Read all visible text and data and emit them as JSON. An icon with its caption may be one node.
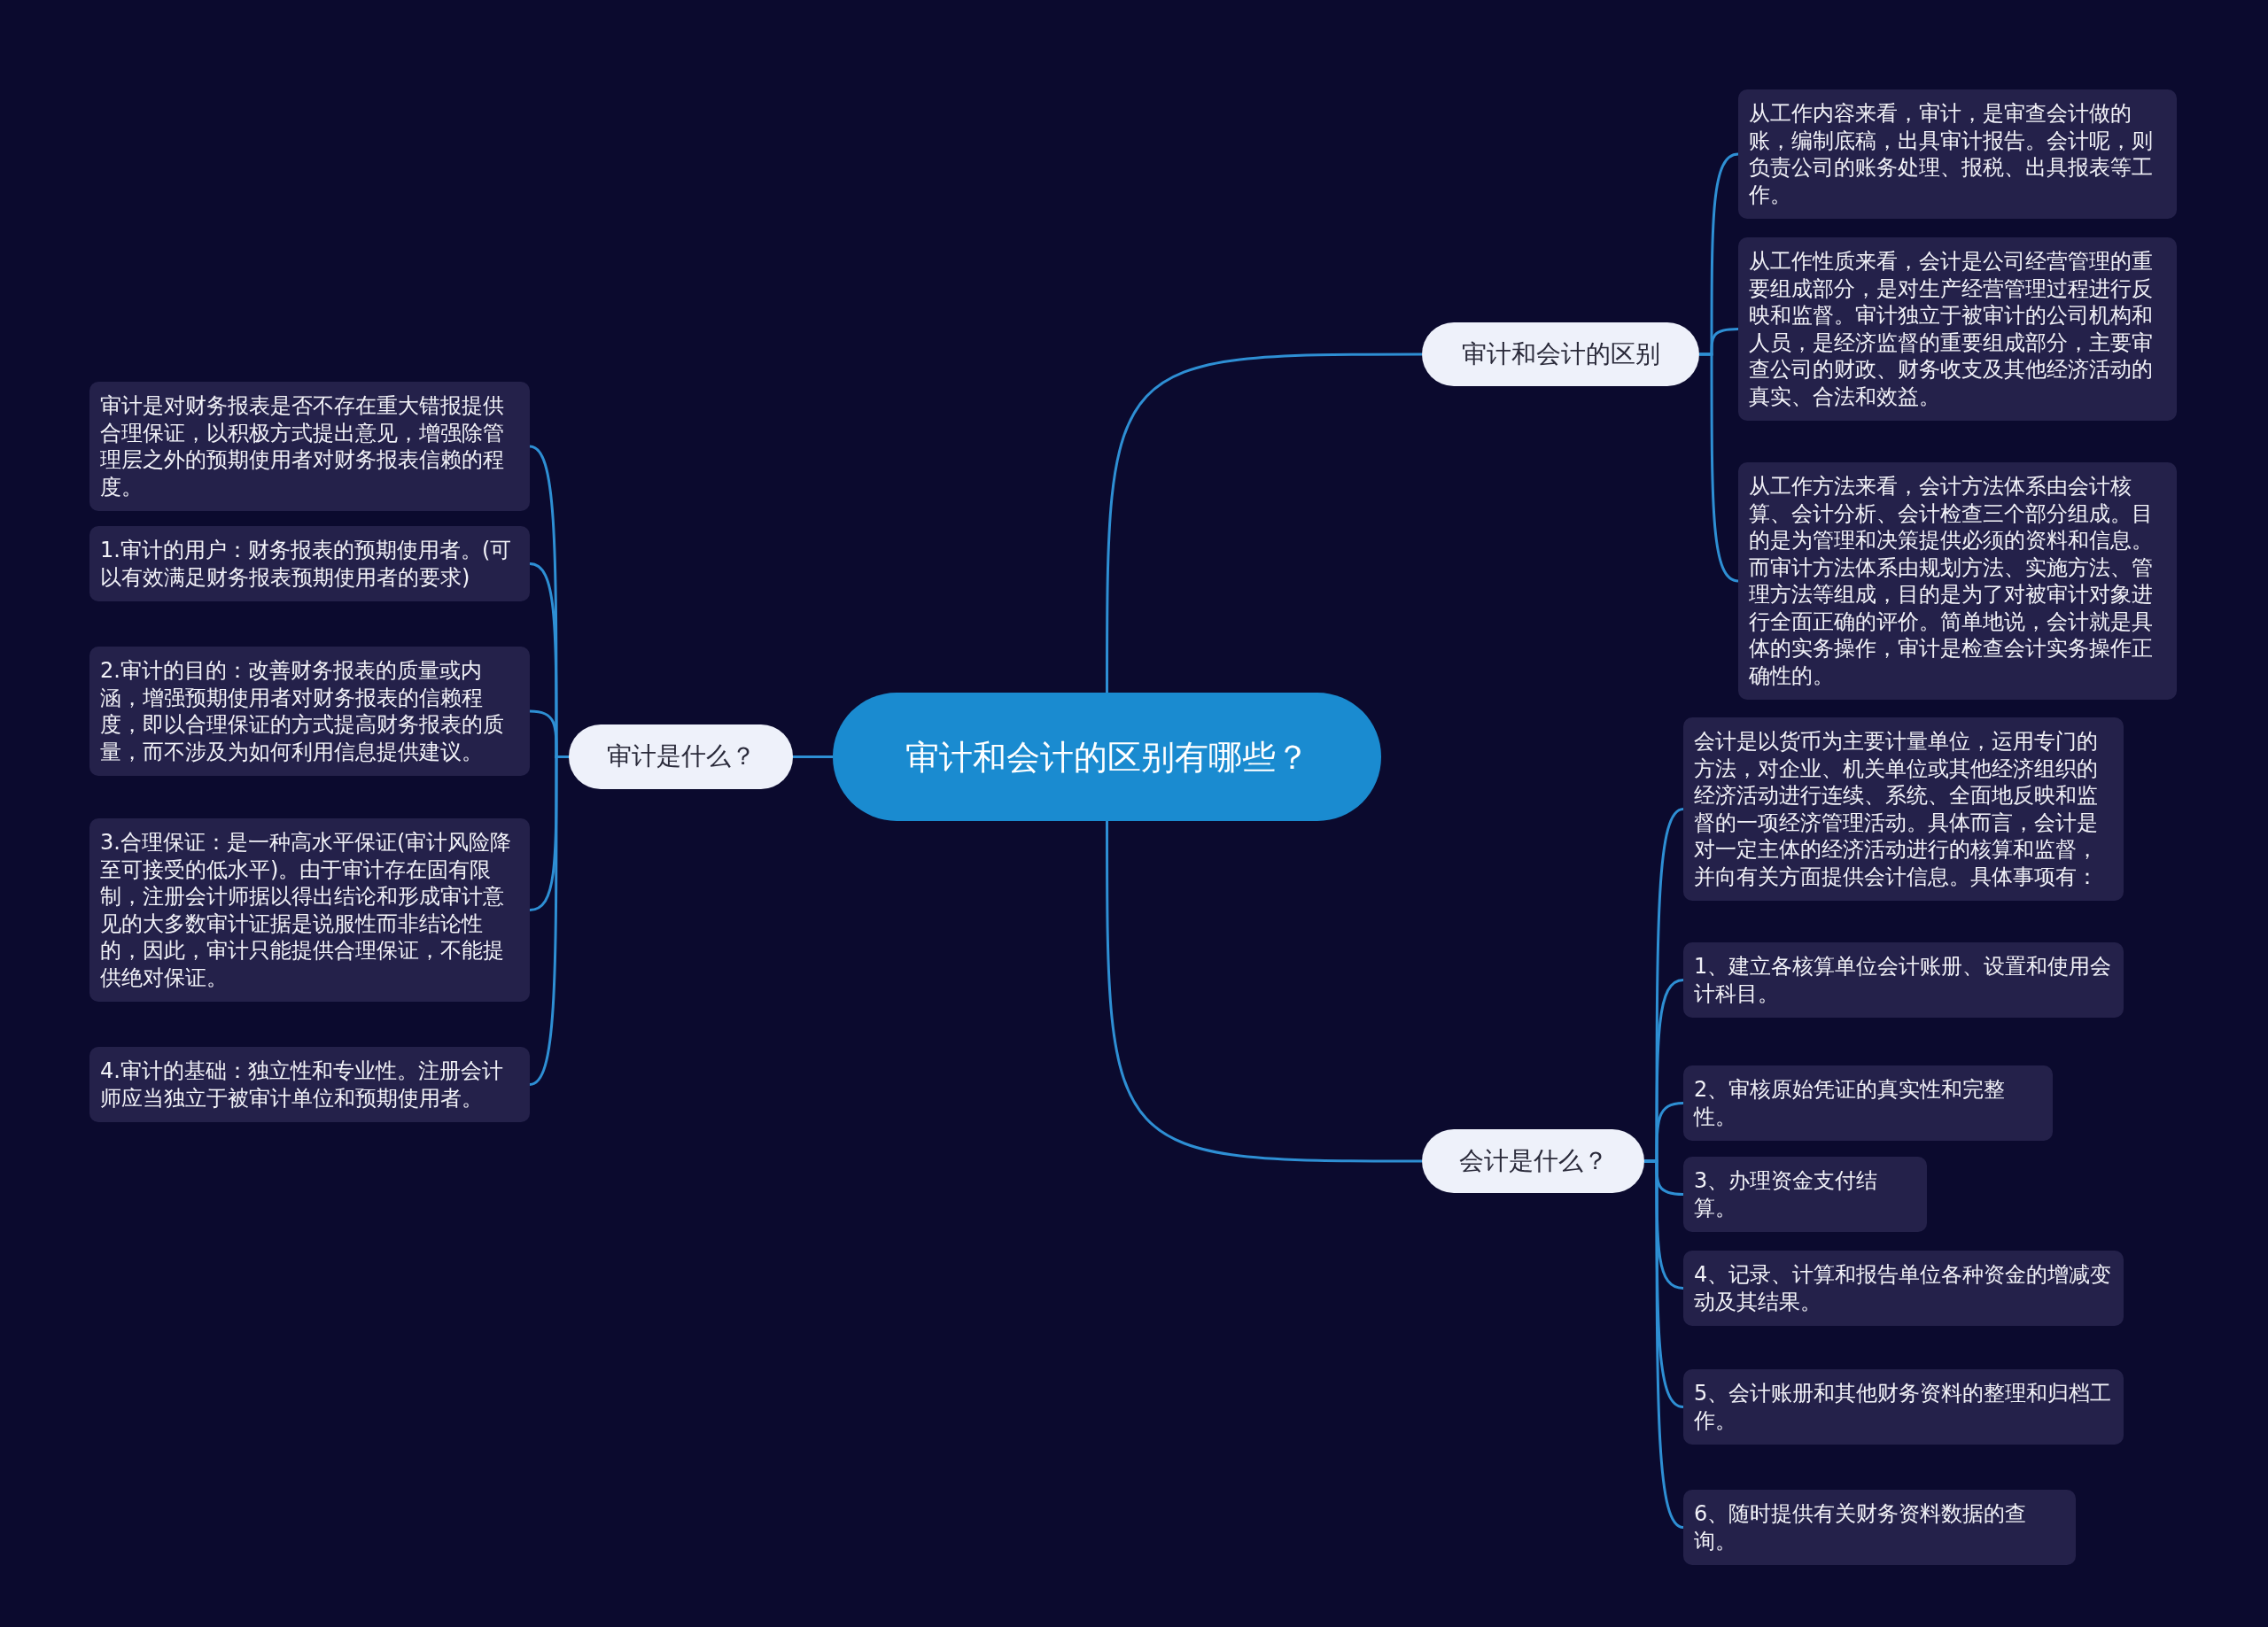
{
  "diagram": {
    "nodes": [
      {
        "text": [
          "审计和会计的区别有哪些？"
        ]
      },
      {
        "text": [
          "审计和会计的区别"
        ]
      },
      {
        "text": [
          "从工作内容来看，审计，是审查会计做的账，编制底稿，出具审计报告。会计呢，则负责公司的账务处理、报税、出具报表等工作。"
        ]
      },
      {
        "text": [
          "从工作性质来看，会计是公司经营管理的重要组成部分，是对生产经营管理过程进行反映和监督。审计独立于被审计的公司机构和人员，是经济监督的重要组成部分，主要审查公司的财政、财务收支及其他经济活动的真实、合法和效益。"
        ]
      },
      {
        "text": [
          "从工作方法来看，会计方法体系由会计核算、会计分析、会计检查三个部分组成。目的是为管理和决策提供必须的资料和信息。而审计方法体系由规划方法、实施方法、管理方法等组成，目的是为了对被审计对象进行全面正确的评价。简单地说，会计就是具体的实务操作，审计是检查会计实务操作正确性的。"
        ]
      },
      {
        "text": [
          "会计是什么？"
        ]
      },
      {
        "text": [
          "会计是以货币为主要计量单位，运用专门的方法，对企业、机关单位或其他经济组织的经济活动进行连续、系统、全面地反映和监督的一项经济管理活动。具体而言，会计是对一定主体的经济活动进行的核算和监督，并向有关方面提供会计信息。具体事项有："
        ]
      },
      {
        "text": [
          "1、建立各核算单位会计账册、设置和使用会计科目。"
        ]
      },
      {
        "text": [
          "2、审核原始凭证的真实性和完整性。"
        ]
      },
      {
        "text": [
          "3、办理资金支付结算。"
        ]
      },
      {
        "text": [
          "4、记录、计算和报告单位各种资金的增减变动及其结果。"
        ]
      },
      {
        "text": [
          "5、会计账册和其他财务资料的整理和归档工作。"
        ]
      },
      {
        "text": [
          "6、随时提供有关财务资料数据的查询。"
        ]
      },
      {
        "text": [
          "审计是什么？"
        ]
      },
      {
        "text": [
          "审计是对财务报表是否不存在重大错报提供合理保证，以积极方式提出意见，增强除管理层之外的预期使用者对财务报表信赖的程度。"
        ]
      },
      {
        "text": [
          "1.审计的用户：财务报表的预期使用者。(可以有效满足财务报表预期使用者的要求)"
        ]
      },
      {
        "text": [
          "2.审计的目的：改善财务报表的质量或内涵，增强预期使用者对财务报表的信赖程度，即以合理保证的方式提高财务报表的质量，而不涉及为如何利用信息提供建议。"
        ]
      },
      {
        "text": [
          "3.合理保证：是一种高水平保证(审计风险降至可接受的低水平)。由于审计存在固有限制，注册会计师据以得出结论和形成审计意见的大多数审计证据是说服性而非结论性的，因此，审计只能提供合理保证，不能提供绝对保证。"
        ]
      },
      {
        "text": [
          "4.审计的基础：独立性和专业性。注册会计师应当独立于被审计单位和预期使用者。"
        ]
      }
    ],
    "edges": [
      {
        "from": 0,
        "to": 1,
        "arrow": "none"
      },
      {
        "from": 1,
        "to": 2,
        "arrow": "none"
      },
      {
        "from": 1,
        "to": 3,
        "arrow": "none"
      },
      {
        "from": 1,
        "to": 4,
        "arrow": "none"
      },
      {
        "from": 0,
        "to": 5,
        "arrow": "none"
      },
      {
        "from": 5,
        "to": 6,
        "arrow": "none"
      },
      {
        "from": 5,
        "to": 7,
        "arrow": "none"
      },
      {
        "from": 5,
        "to": 8,
        "arrow": "none"
      },
      {
        "from": 5,
        "to": 9,
        "arrow": "none"
      },
      {
        "from": 5,
        "to": 10,
        "arrow": "none"
      },
      {
        "from": 5,
        "to": 11,
        "arrow": "none"
      },
      {
        "from": 5,
        "to": 12,
        "arrow": "none"
      },
      {
        "from": 0,
        "to": 13,
        "arrow": "none"
      },
      {
        "from": 13,
        "to": 14,
        "arrow": "none"
      },
      {
        "from": 13,
        "to": 15,
        "arrow": "none"
      },
      {
        "from": 13,
        "to": 16,
        "arrow": "none"
      },
      {
        "from": 13,
        "to": 17,
        "arrow": "none"
      },
      {
        "from": 13,
        "to": 18,
        "arrow": "none"
      }
    ]
  }
}
